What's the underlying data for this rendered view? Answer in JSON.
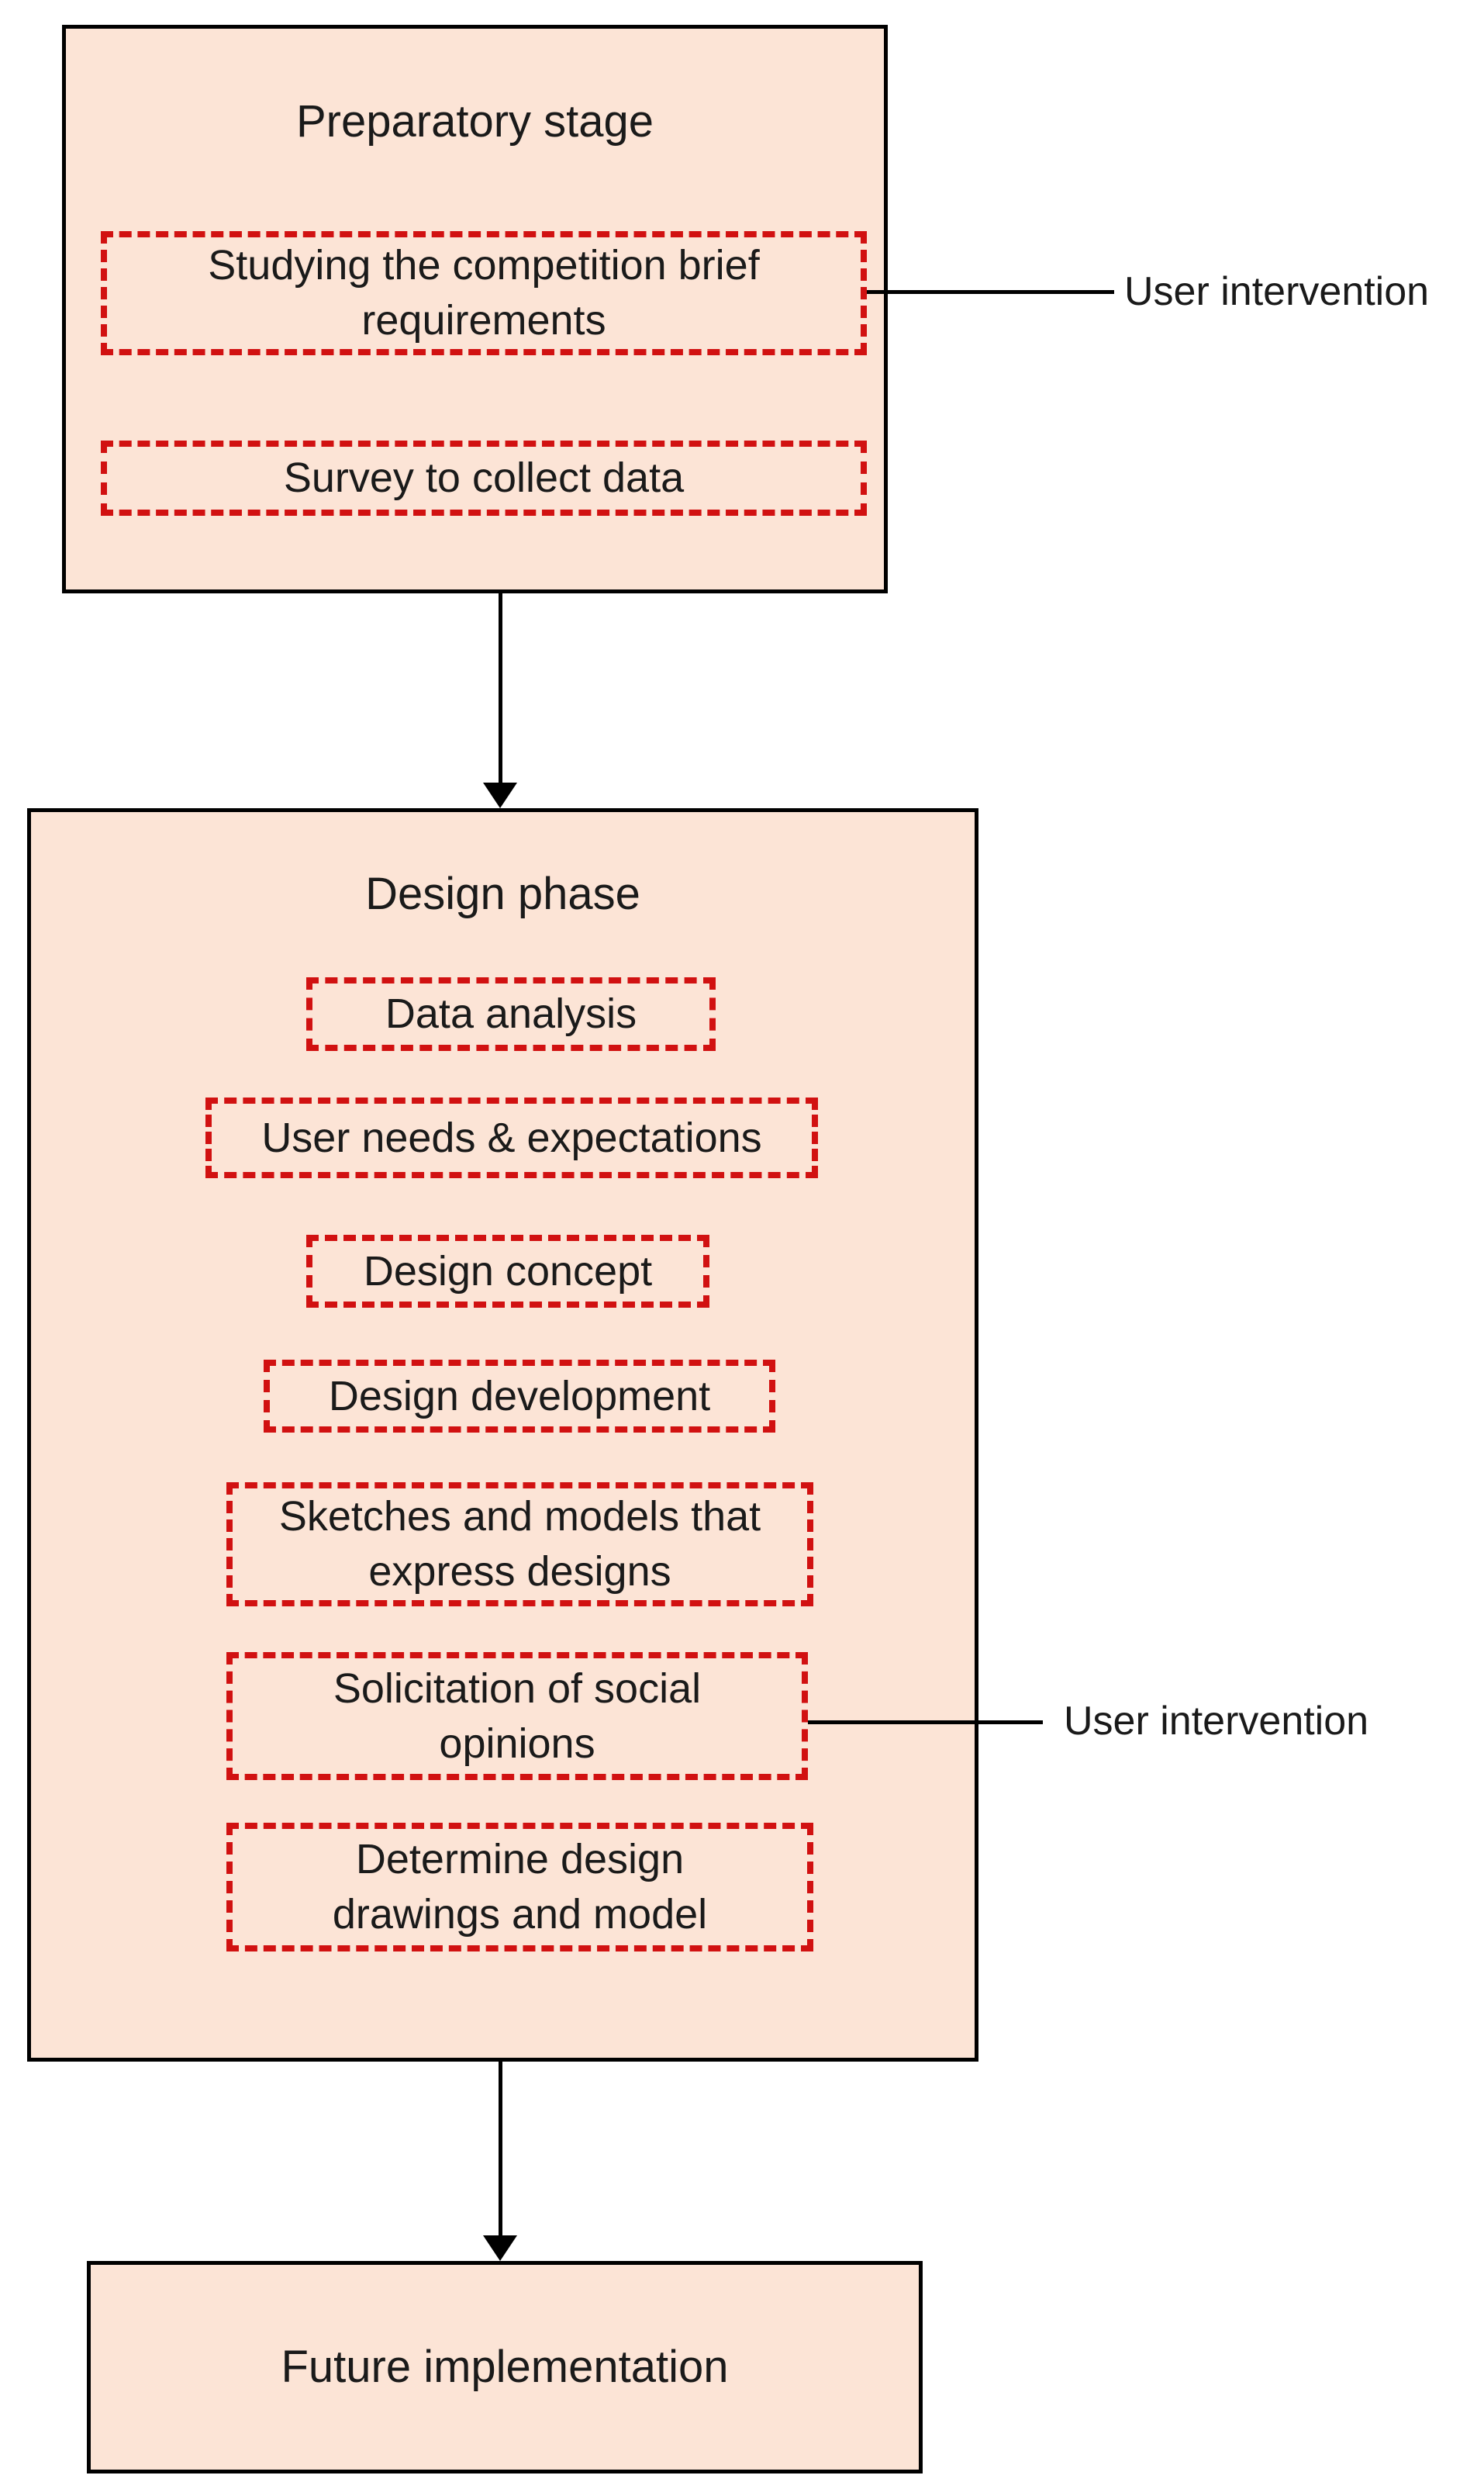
{
  "colors": {
    "page_bg": "#ffffff",
    "stage_fill": "#fce4d6",
    "stage_border": "#000000",
    "step_border": "#d11111",
    "text": "#1a1a1a",
    "connector": "#000000"
  },
  "stages": [
    {
      "title": "Preparatory stage",
      "items": [
        {
          "label": "Studying the competition brief\nrequirements"
        },
        {
          "label": "Survey to collect data"
        }
      ]
    },
    {
      "title": "Design phase",
      "items": [
        {
          "label": "Data analysis"
        },
        {
          "label": "User needs & expectations"
        },
        {
          "label": "Design concept"
        },
        {
          "label": "Design development"
        },
        {
          "label": "Sketches and models that\nexpress designs"
        },
        {
          "label": "Solicitation of social\nopinions"
        },
        {
          "label": "Determine design\ndrawings and model"
        }
      ]
    },
    {
      "title": "Future implementation",
      "items": []
    }
  ],
  "annotations": [
    {
      "label": "User intervention",
      "target": "Studying the competition brief requirements"
    },
    {
      "label": "User intervention",
      "target": "Solicitation of social opinions"
    }
  ]
}
